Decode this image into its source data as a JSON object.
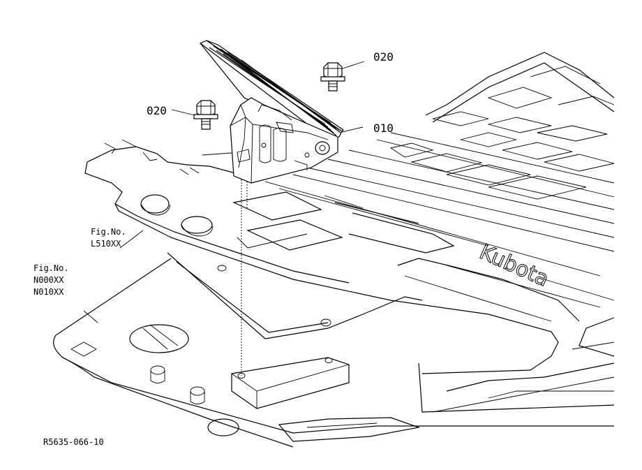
{
  "callouts": {
    "bolt_right": "020",
    "bolt_left": "020",
    "pedal": "010"
  },
  "fig_refs": {
    "floor_mat": {
      "line1": "Fig.No.",
      "line2": "L510XX"
    },
    "chassis": {
      "line1": "Fig.No.",
      "line2": "N000XX",
      "line3": "N010XX"
    }
  },
  "embossed_logo": "Kubota",
  "document_id": "R5635-066-10",
  "colors": {
    "ink": "#000000",
    "paper": "#ffffff"
  }
}
